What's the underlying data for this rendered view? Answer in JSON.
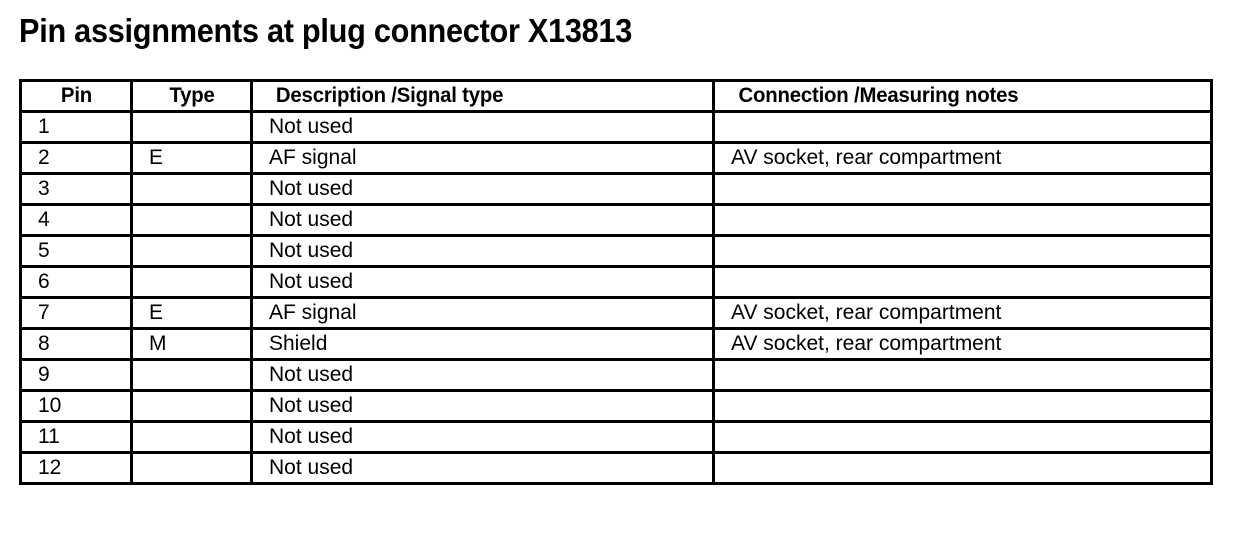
{
  "document": {
    "title": "Pin assignments at plug connector X13813"
  },
  "table": {
    "name": "pin-assignment-table",
    "columns": [
      {
        "key": "pin",
        "label": "Pin",
        "align": "center"
      },
      {
        "key": "type",
        "label": "Type",
        "align": "center"
      },
      {
        "key": "description",
        "label": "Description /Signal type",
        "align": "left"
      },
      {
        "key": "connection",
        "label": "Connection /Measuring notes",
        "align": "left"
      }
    ],
    "rows": [
      {
        "pin": "1",
        "type": "",
        "description": "Not used",
        "connection": ""
      },
      {
        "pin": "2",
        "type": "E",
        "description": "AF signal",
        "connection": "AV socket, rear compartment"
      },
      {
        "pin": "3",
        "type": "",
        "description": "Not used",
        "connection": ""
      },
      {
        "pin": "4",
        "type": "",
        "description": "Not used",
        "connection": ""
      },
      {
        "pin": "5",
        "type": "",
        "description": "Not used",
        "connection": ""
      },
      {
        "pin": "6",
        "type": "",
        "description": "Not used",
        "connection": ""
      },
      {
        "pin": "7",
        "type": "E",
        "description": "AF signal",
        "connection": "AV socket, rear compartment"
      },
      {
        "pin": "8",
        "type": "M",
        "description": "Shield",
        "connection": "AV socket, rear compartment"
      },
      {
        "pin": "9",
        "type": "",
        "description": "Not used",
        "connection": ""
      },
      {
        "pin": "10",
        "type": "",
        "description": "Not used",
        "connection": ""
      },
      {
        "pin": "11",
        "type": "",
        "description": "Not used",
        "connection": ""
      },
      {
        "pin": "12",
        "type": "",
        "description": "Not used",
        "connection": ""
      }
    ]
  },
  "colors": {
    "background": "#ffffff",
    "text": "#000000",
    "border": "#000000"
  }
}
